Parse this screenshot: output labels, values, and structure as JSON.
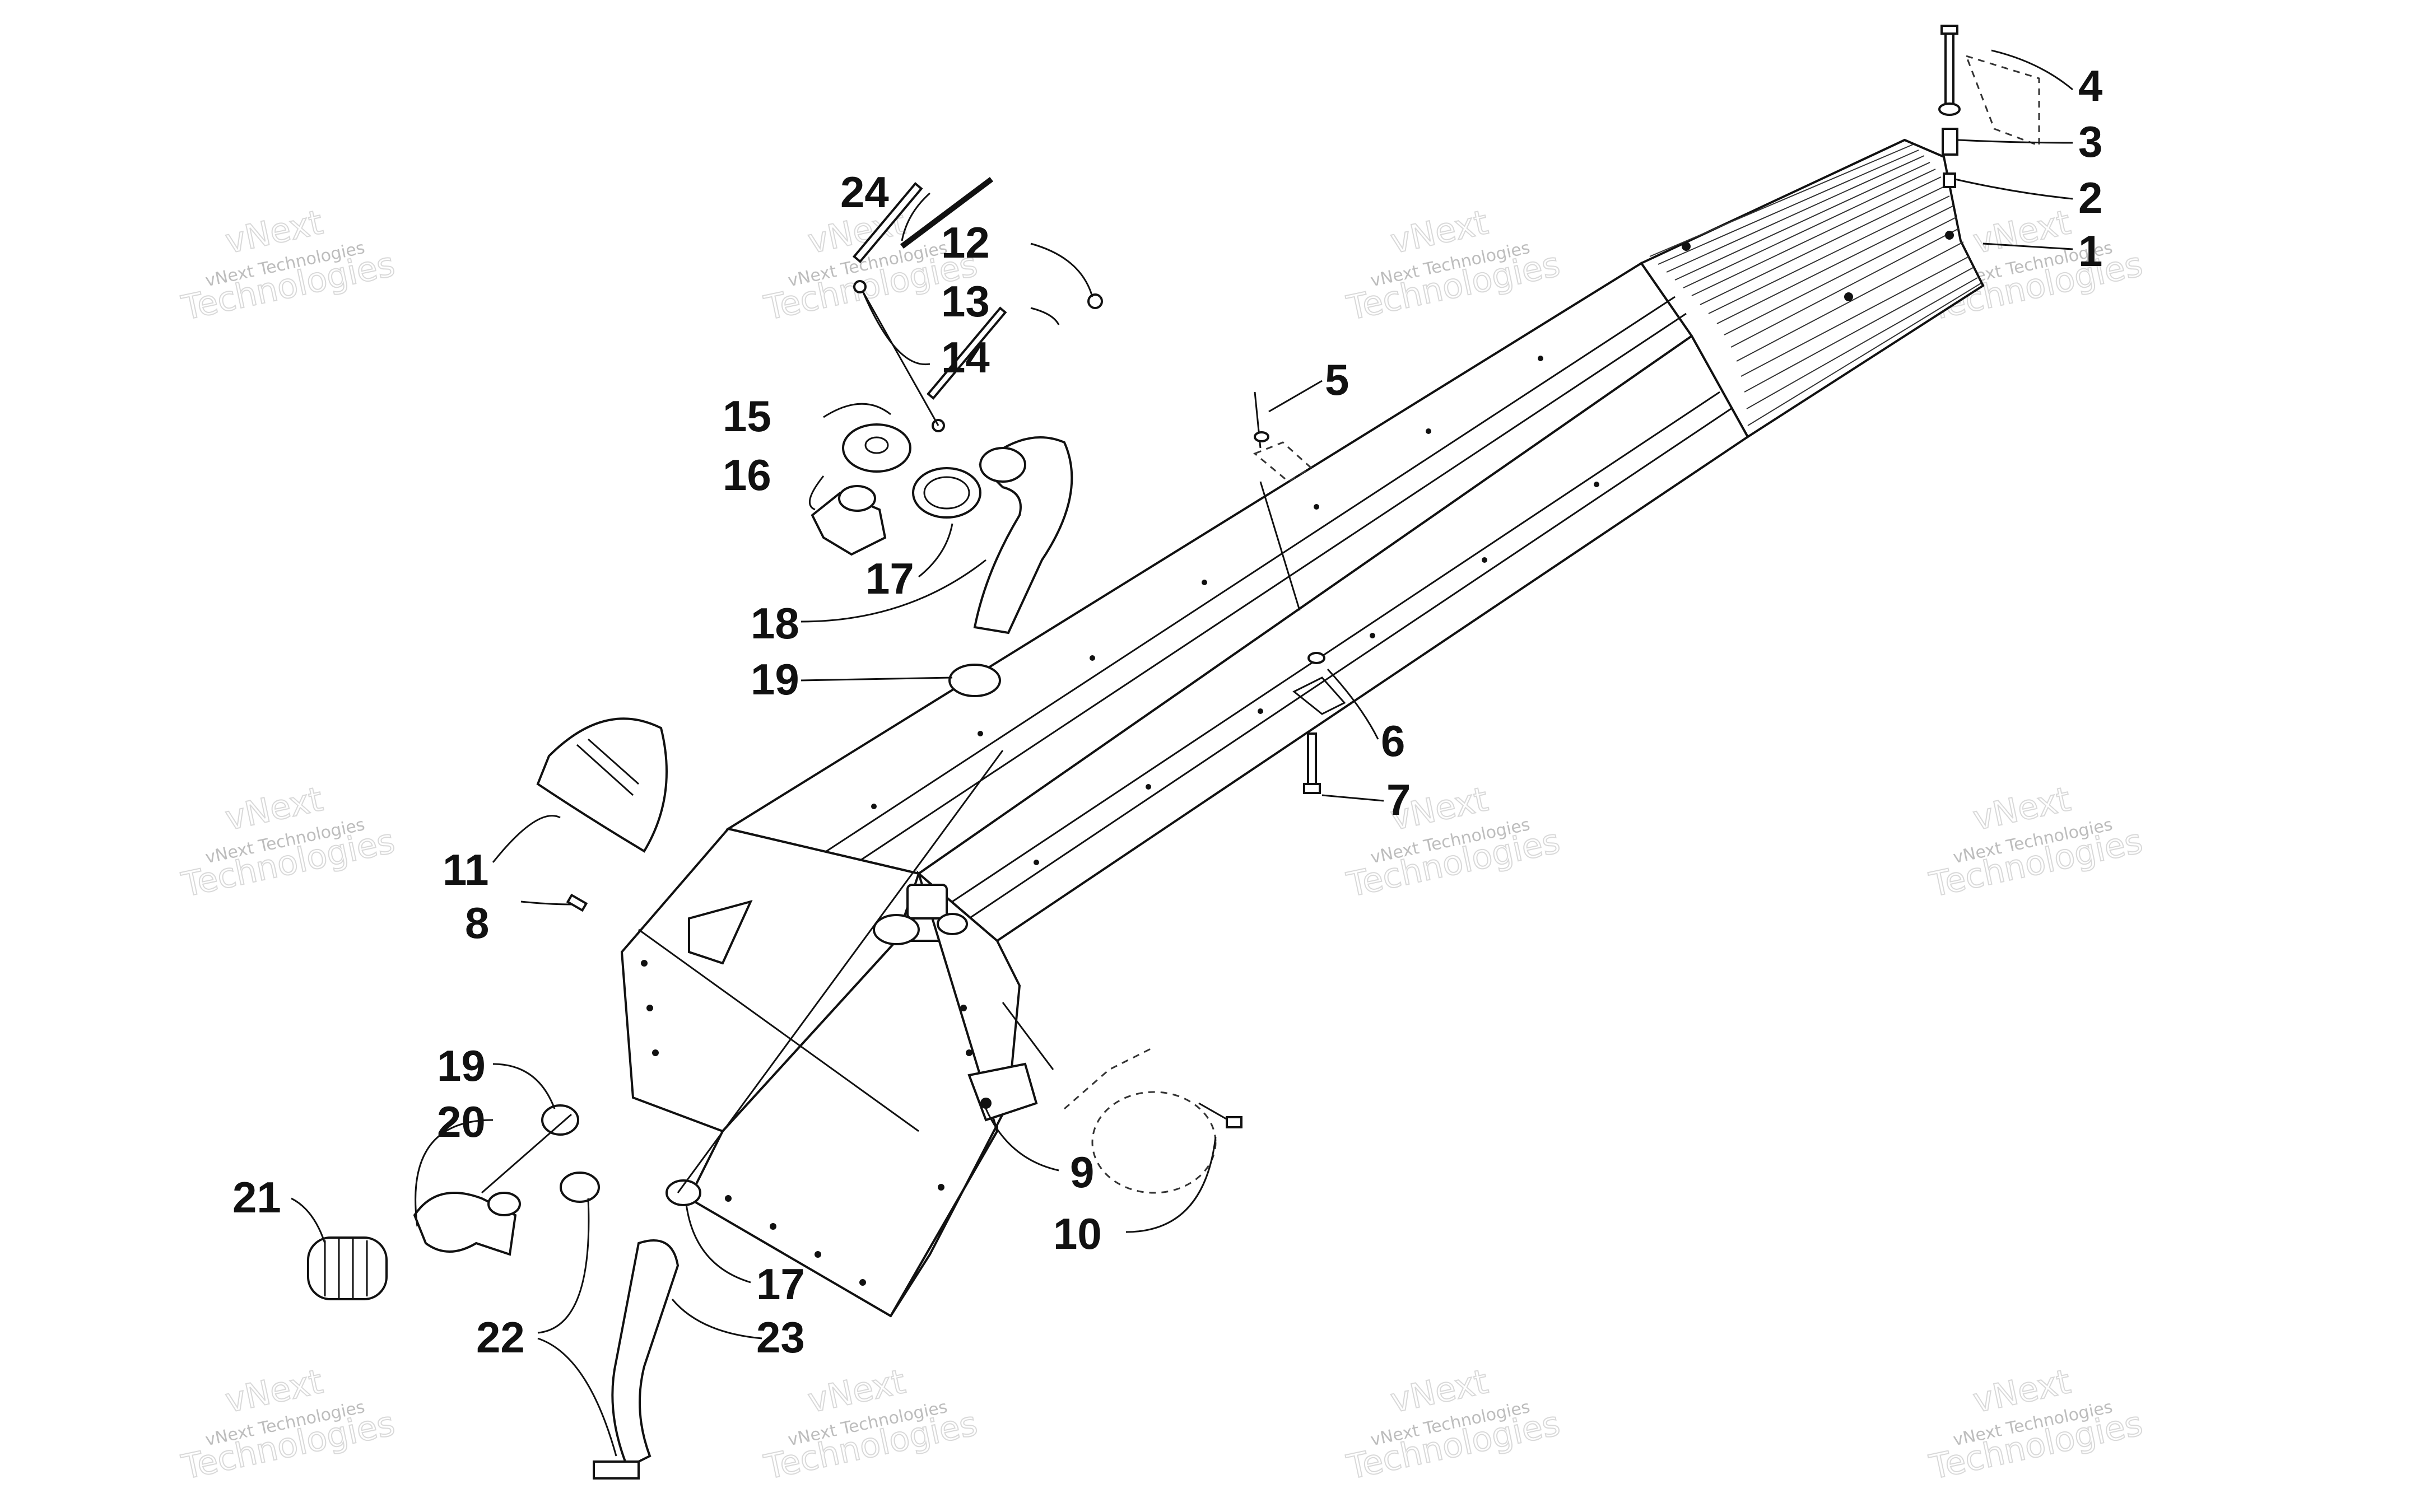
{
  "callouts": [
    {
      "id": "1",
      "label": "1"
    },
    {
      "id": "2",
      "label": "2"
    },
    {
      "id": "3",
      "label": "3"
    },
    {
      "id": "4",
      "label": "4"
    },
    {
      "id": "5",
      "label": "5"
    },
    {
      "id": "6",
      "label": "6"
    },
    {
      "id": "7",
      "label": "7"
    },
    {
      "id": "8",
      "label": "8"
    },
    {
      "id": "9",
      "label": "9"
    },
    {
      "id": "10",
      "label": "10"
    },
    {
      "id": "11",
      "label": "11"
    },
    {
      "id": "12",
      "label": "12"
    },
    {
      "id": "13",
      "label": "13"
    },
    {
      "id": "14",
      "label": "14"
    },
    {
      "id": "15",
      "label": "15"
    },
    {
      "id": "16",
      "label": "16"
    },
    {
      "id": "17a",
      "label": "17"
    },
    {
      "id": "18",
      "label": "18"
    },
    {
      "id": "19a",
      "label": "19"
    },
    {
      "id": "19b",
      "label": "19"
    },
    {
      "id": "20",
      "label": "20"
    },
    {
      "id": "21",
      "label": "21"
    },
    {
      "id": "22",
      "label": "22"
    },
    {
      "id": "23",
      "label": "23"
    },
    {
      "id": "24",
      "label": "24"
    },
    {
      "id": "17b",
      "label": "17"
    }
  ],
  "watermark": {
    "line1": "vNext",
    "line2": "vNext Technologies",
    "line3": "Technologies"
  }
}
